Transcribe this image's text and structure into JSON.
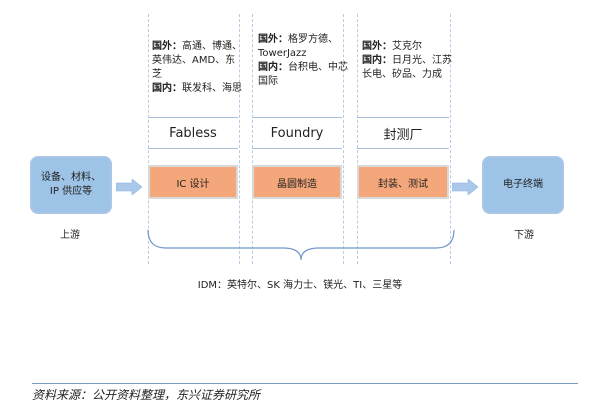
{
  "columns": [
    {
      "title": "Fabless",
      "stage": "IC 设计",
      "companies": [
        {
          "label": "国外：",
          "text": "高通、博通、"
        },
        {
          "label": "",
          "text": "英伟达、AMD、东芝"
        },
        {
          "label": "国内：",
          "text": "联发科、海思"
        }
      ]
    },
    {
      "title": "Foundry",
      "stage": "晶圆制造",
      "companies": [
        {
          "label": "国外：",
          "text": "格罗方德、"
        },
        {
          "label": "",
          "text": "TowerJazz"
        },
        {
          "label": "国内：",
          "text": "台积电、中芯"
        },
        {
          "label": "",
          "text": "国际"
        }
      ]
    },
    {
      "title": "封测厂",
      "stage": "封装、测试",
      "companies": [
        {
          "label": "国外：",
          "text": "艾克尔"
        },
        {
          "label": "国内：",
          "text": "日月光、江苏"
        },
        {
          "label": "",
          "text": "长电、矽品、力成"
        }
      ]
    }
  ],
  "upstream": {
    "box_lines": [
      "设备、材料、",
      "IP 供应等"
    ],
    "label": "上游"
  },
  "downstream": {
    "box_text": "电子终端",
    "label": "下游"
  },
  "idm": "IDM：英特尔、SK 海力士、镁光、TI、三星等",
  "source": "资料来源：公开资料整理，东兴证券研究所",
  "colors": {
    "stage_fill": "#f4a77a",
    "end_fill": "#9dc3e6",
    "arrow_fill": "#a9c8ea",
    "divider": "#7a9cc6"
  }
}
